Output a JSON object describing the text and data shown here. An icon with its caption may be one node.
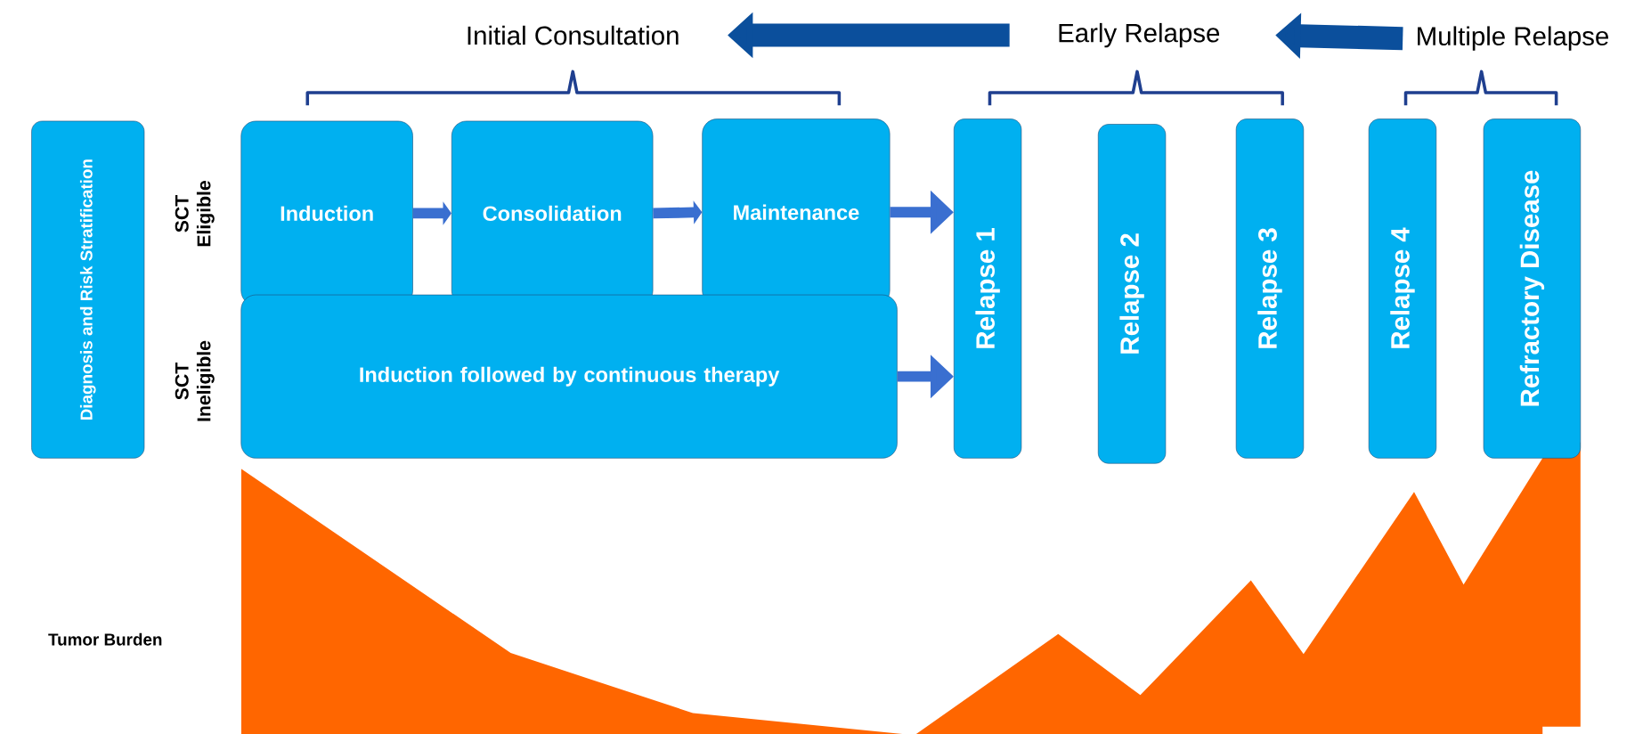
{
  "diagram": {
    "nodes": [
      {
        "text": [
          "Initial Consultation"
        ]
      },
      {
        "text": [
          "Early Relapse"
        ]
      },
      {
        "text": [
          "Multiple Relapse"
        ]
      },
      {
        "text": [
          "Diagnosis and Risk Stratification"
        ]
      },
      {
        "text": [
          "Induction"
        ]
      },
      {
        "text": [
          "Consolidation"
        ]
      },
      {
        "text": [
          "Maintenance"
        ]
      },
      {
        "text": [
          "Induction followed by continuous therapy"
        ]
      },
      {
        "text": [
          "Relapse 1"
        ]
      },
      {
        "text": [
          "Relapse 2"
        ]
      },
      {
        "text": [
          "Relapse 3"
        ]
      },
      {
        "text": [
          "Relapse 4"
        ]
      },
      {
        "text": [
          "Refractory Disease"
        ]
      }
    ],
    "edges": [
      {
        "from": 1,
        "to": 0,
        "arrow": "to",
        "style": "thick",
        "color": "#0b4f9c"
      },
      {
        "from": 2,
        "to": 1,
        "arrow": "to",
        "style": "thick",
        "color": "#0b4f9c"
      },
      {
        "from": 4,
        "to": 5,
        "arrow": "to"
      },
      {
        "from": 5,
        "to": 6,
        "arrow": "to"
      },
      {
        "from": 6,
        "to": 8,
        "arrow": "to"
      },
      {
        "from": 7,
        "to": 8,
        "arrow": "to"
      }
    ],
    "labels": [
      "SCT Eligible",
      "SCT Ineligible",
      "Tumor Burden"
    ]
  }
}
